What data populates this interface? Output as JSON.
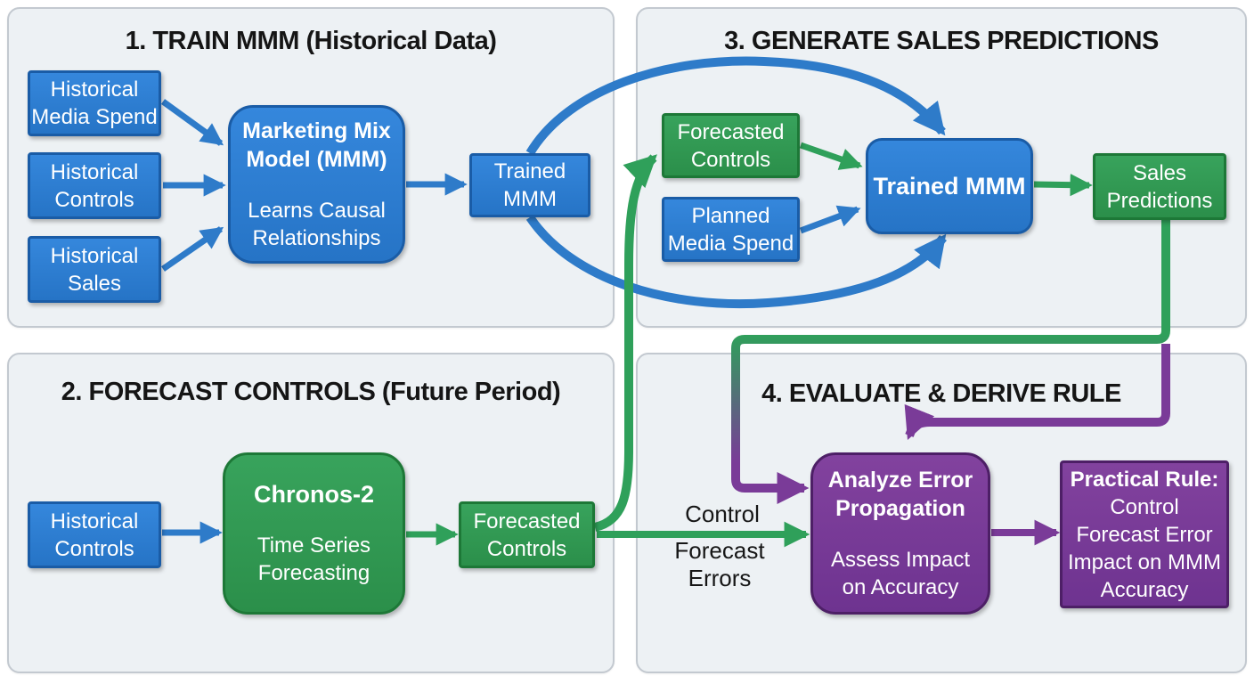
{
  "panels": {
    "train": {
      "title": "1. TRAIN MMM (Historical Data)"
    },
    "generate": {
      "title": "3. GENERATE SALES PREDICTIONS"
    },
    "forecast": {
      "title": "2. FORECAST CONTROLS (Future Period)"
    },
    "evaluate": {
      "title": "4. EVALUATE & DERIVE RULE"
    }
  },
  "boxes": {
    "historical_media_spend": {
      "label": "Historical\nMedia Spend"
    },
    "historical_controls_train": {
      "label": "Historical\nControls"
    },
    "historical_sales": {
      "label": "Historical\nSales"
    },
    "mmm": {
      "title": "Marketing Mix\nModel (MMM)",
      "body": "Learns Causal\nRelationships"
    },
    "trained_mmm_train": {
      "label": "Trained\nMMM"
    },
    "forecasted_controls_generate": {
      "label": "Forecasted\nControls"
    },
    "planned_media_spend": {
      "label": "Planned\nMedia Spend"
    },
    "trained_mmm_generate": {
      "label": "Trained MMM"
    },
    "sales_predictions": {
      "label": "Sales\nPredictions"
    },
    "historical_controls_forecast": {
      "label": "Historical\nControls"
    },
    "chronos": {
      "title": "Chronos-2",
      "body": "Time Series\nForecasting"
    },
    "forecasted_controls_forecast": {
      "label": "Forecasted\nControls"
    },
    "analyze_error": {
      "title": "Analyze Error\nPropagation",
      "body": "Assess Impact\non Accuracy"
    },
    "practical_rule": {
      "title": "Practical Rule:",
      "body": "Control\nForecast Error\nImpact on MMM\nAccuracy"
    }
  },
  "labels": {
    "control": "Control",
    "forecast_errors": "Forecast\nErrors"
  },
  "edges": [
    {
      "from": "historical_media_spend",
      "to": "mmm",
      "color": "blue"
    },
    {
      "from": "historical_controls_train",
      "to": "mmm",
      "color": "blue"
    },
    {
      "from": "historical_sales",
      "to": "mmm",
      "color": "blue"
    },
    {
      "from": "mmm",
      "to": "trained_mmm_train",
      "color": "blue"
    },
    {
      "from": "trained_mmm_train",
      "to": "trained_mmm_generate",
      "color": "blue",
      "style": "curve-top"
    },
    {
      "from": "trained_mmm_train",
      "to": "trained_mmm_generate",
      "color": "blue",
      "style": "curve-bottom"
    },
    {
      "from": "forecasted_controls_forecast",
      "to": "forecasted_controls_generate",
      "color": "green",
      "style": "curve"
    },
    {
      "from": "forecasted_controls_generate",
      "to": "trained_mmm_generate",
      "color": "green"
    },
    {
      "from": "planned_media_spend",
      "to": "trained_mmm_generate",
      "color": "blue"
    },
    {
      "from": "trained_mmm_generate",
      "to": "sales_predictions",
      "color": "green"
    },
    {
      "from": "historical_controls_forecast",
      "to": "chronos",
      "color": "blue"
    },
    {
      "from": "chronos",
      "to": "forecasted_controls_forecast",
      "color": "green"
    },
    {
      "from": "forecasted_controls_forecast",
      "to": "analyze_error",
      "color": "green",
      "label": "control_forecast_errors"
    },
    {
      "from": "sales_predictions",
      "to": "analyze_error",
      "color": "green-to-purple",
      "style": "elbow-left-side"
    },
    {
      "from": "sales_predictions",
      "to": "analyze_error",
      "color": "purple",
      "style": "elbow-top"
    },
    {
      "from": "analyze_error",
      "to": "practical_rule",
      "color": "purple"
    }
  ],
  "colors": {
    "blue": "#2e7bc9",
    "blue-border": "#1a5ca6",
    "green": "#2fa05a",
    "green-border": "#1d7837",
    "purple": "#7a3b98",
    "purple-border": "#4d1f66",
    "panel-bg": "#edf1f4",
    "panel-border": "#c3c9d0",
    "title-text": "#151515"
  }
}
